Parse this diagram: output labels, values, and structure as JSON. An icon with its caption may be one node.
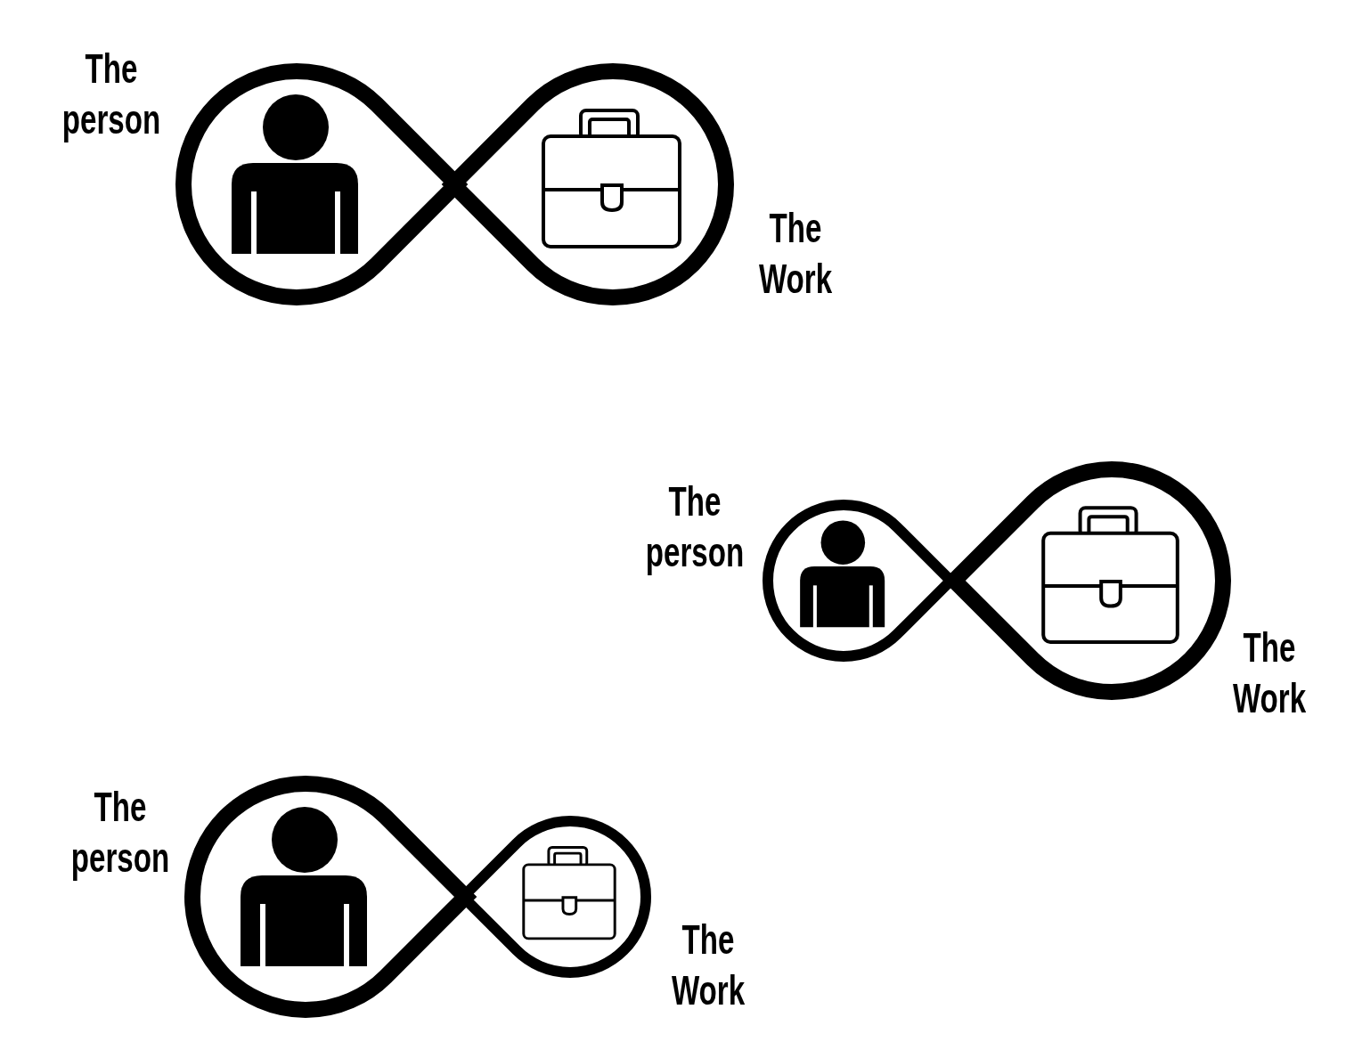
{
  "diagram": {
    "nodes": [
      {
        "text": [
          "The person"
        ]
      },
      {
        "text": [
          "The Work"
        ]
      },
      {
        "text": [
          "The person"
        ]
      },
      {
        "text": [
          "The Work"
        ]
      },
      {
        "text": [
          "The person"
        ]
      },
      {
        "text": [
          "The Work"
        ]
      }
    ]
  }
}
